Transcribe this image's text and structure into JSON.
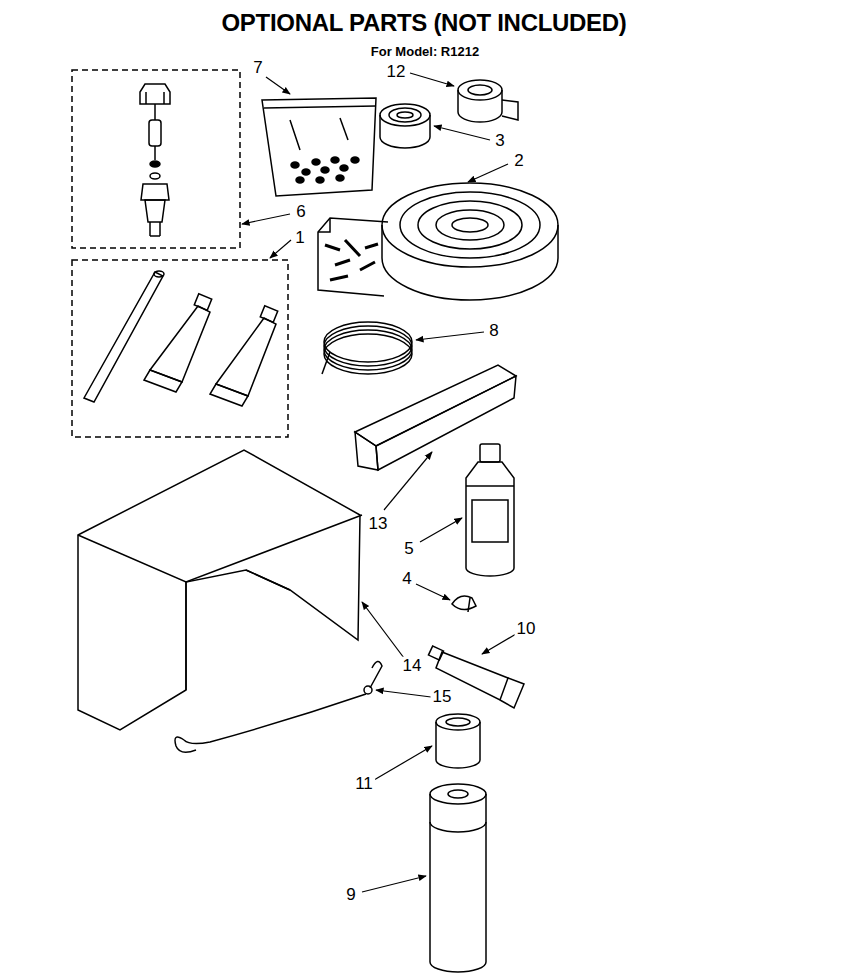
{
  "diagram": {
    "title": "OPTIONAL PARTS (NOT INCLUDED)",
    "labels": [
      "For Model: R1212",
      "7",
      "12",
      "3",
      "2",
      "6",
      "1",
      "8",
      "13",
      "5",
      "4",
      "10",
      "14",
      "15",
      "11",
      "9"
    ]
  }
}
